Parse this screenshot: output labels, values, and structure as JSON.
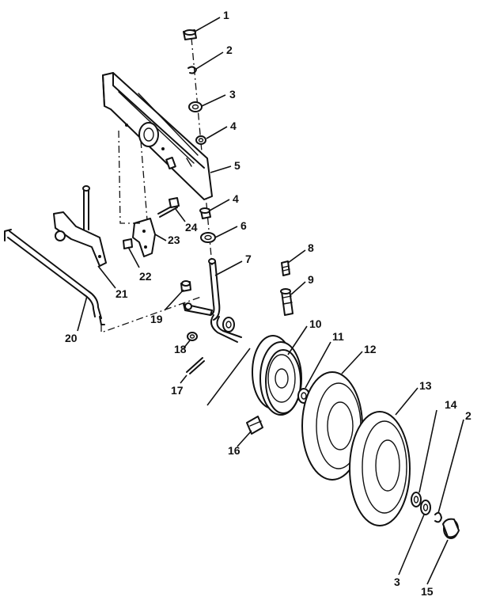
{
  "diagram": {
    "callouts": [
      {
        "id": "c1",
        "text": "1"
      },
      {
        "id": "c2a",
        "text": "2"
      },
      {
        "id": "c3a",
        "text": "3"
      },
      {
        "id": "c4a",
        "text": "4"
      },
      {
        "id": "c5",
        "text": "5"
      },
      {
        "id": "c4b",
        "text": "4"
      },
      {
        "id": "c6",
        "text": "6"
      },
      {
        "id": "c7",
        "text": "7"
      },
      {
        "id": "c8",
        "text": "8"
      },
      {
        "id": "c9",
        "text": "9"
      },
      {
        "id": "c10",
        "text": "10"
      },
      {
        "id": "c11",
        "text": "11"
      },
      {
        "id": "c12",
        "text": "12"
      },
      {
        "id": "c13",
        "text": "13"
      },
      {
        "id": "c14a",
        "text": "14"
      },
      {
        "id": "c14b",
        "text": "14"
      },
      {
        "id": "c2b",
        "text": "2"
      },
      {
        "id": "c3b",
        "text": "3"
      },
      {
        "id": "c15",
        "text": "15"
      },
      {
        "id": "c16",
        "text": "16"
      },
      {
        "id": "c17",
        "text": "17"
      },
      {
        "id": "c18",
        "text": "18"
      },
      {
        "id": "c19",
        "text": "19"
      },
      {
        "id": "c20",
        "text": "20"
      },
      {
        "id": "c21",
        "text": "21"
      },
      {
        "id": "c22",
        "text": "22"
      },
      {
        "id": "c23",
        "text": "23"
      },
      {
        "id": "c24",
        "text": "24"
      }
    ]
  }
}
